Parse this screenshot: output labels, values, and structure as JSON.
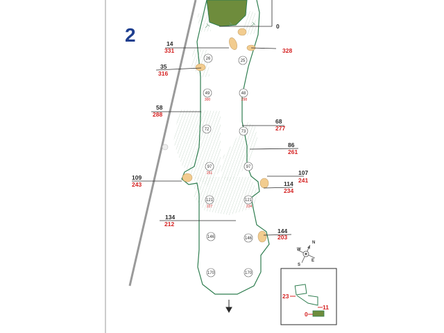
{
  "hole": {
    "number": "2"
  },
  "colors": {
    "fairway_outline": "#2e7d4f",
    "green": "#6e8c3c",
    "bunker": "#f2cc8f",
    "hole_number": "#1f3f8f",
    "yardage_red": "#d42020",
    "yardage_black": "#2a2a2a"
  },
  "yardage_markers": [
    {
      "top": "0",
      "bottom": ""
    },
    {
      "top": "14",
      "bottom": "331"
    },
    {
      "top": "",
      "bottom": "328"
    },
    {
      "top": "35",
      "bottom": "316"
    },
    {
      "top": "58",
      "bottom": "288"
    },
    {
      "top": "68",
      "bottom": "277"
    },
    {
      "top": "86",
      "bottom": "261"
    },
    {
      "top": "109",
      "bottom": "243"
    },
    {
      "top": "107",
      "bottom": "241"
    },
    {
      "top": "114",
      "bottom": "234"
    },
    {
      "top": "134",
      "bottom": "212"
    },
    {
      "top": "144",
      "bottom": "203"
    }
  ],
  "distance_circles": [
    {
      "value": "26",
      "sub": ""
    },
    {
      "value": "25",
      "sub": ""
    },
    {
      "value": "49",
      "sub": "300"
    },
    {
      "value": "48",
      "sub": "298"
    },
    {
      "value": "72",
      "sub": ""
    },
    {
      "value": "73",
      "sub": ""
    },
    {
      "value": "97",
      "sub": "251"
    },
    {
      "value": "97",
      "sub": ""
    },
    {
      "value": "121",
      "sub": "227"
    },
    {
      "value": "121",
      "sub": "224"
    },
    {
      "value": "146",
      "sub": ""
    },
    {
      "value": "146",
      "sub": ""
    },
    {
      "value": "170",
      "sub": ""
    },
    {
      "value": "170",
      "sub": ""
    }
  ],
  "compass": {
    "n": "N",
    "s": "S",
    "e": "E",
    "w": "W"
  },
  "inset": {
    "label_left": "23",
    "label_right": "11",
    "label_bottom": "0"
  }
}
